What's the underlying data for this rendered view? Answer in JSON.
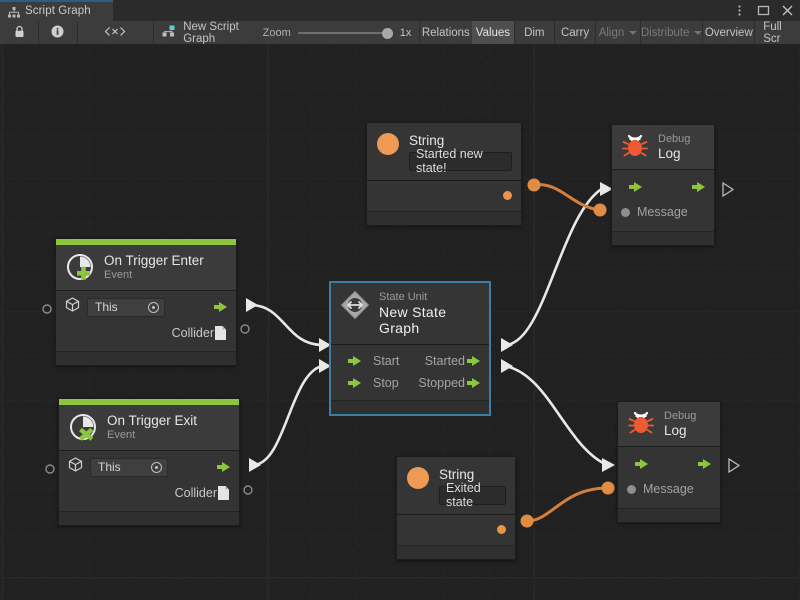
{
  "window": {
    "tab_label": "Script Graph",
    "tab_icon": "graph-icon",
    "accent_color": "#2c5d87",
    "controls": [
      {
        "name": "more-options",
        "glyph": "⋮"
      },
      {
        "name": "maximize",
        "glyph": "□"
      },
      {
        "name": "close",
        "glyph": "✕"
      }
    ]
  },
  "toolbar": {
    "lock_icon": "lock-icon",
    "info_icon": "info-icon",
    "code_icon": "angle-brackets-icon",
    "graph_name": "New Script Graph",
    "graph_icon": "script-graph-icon",
    "zoom_label": "Zoom",
    "zoom_value": "1x",
    "zoom_percent": 100,
    "buttons": [
      {
        "label": "Relations",
        "state": "normal"
      },
      {
        "label": "Values",
        "state": "active"
      },
      {
        "label": "Dim",
        "state": "normal"
      },
      {
        "label": "Carry",
        "state": "normal"
      },
      {
        "label": "Align",
        "state": "disabled",
        "dropdown": true
      },
      {
        "label": "Distribute",
        "state": "disabled",
        "dropdown": true
      },
      {
        "label": "Overview",
        "state": "normal"
      },
      {
        "label": "Full Scr",
        "state": "normal"
      }
    ]
  },
  "nodes": {
    "string_top": {
      "title": "String",
      "value": "Started new state!",
      "icon": "string-value-icon"
    },
    "debug_log_top": {
      "subtitle": "Debug",
      "title": "Log",
      "icon": "bug-icon",
      "input_port": "Message"
    },
    "on_trigger_enter": {
      "title": "On Trigger Enter",
      "subtitle": "Event",
      "icon": "on-trigger-enter-icon",
      "target": "This",
      "output_label": "Collider"
    },
    "state_unit": {
      "subtitle": "State Unit",
      "title": "New  State  Graph",
      "icon": "state-unit-icon",
      "selected": true,
      "inputs": [
        "Start",
        "Stop"
      ],
      "outputs": [
        "Started",
        "Stopped"
      ]
    },
    "on_trigger_exit": {
      "title": "On Trigger Exit",
      "subtitle": "Event",
      "icon": "on-trigger-exit-icon",
      "target": "This",
      "output_label": "Collider"
    },
    "string_bottom": {
      "title": "String",
      "value": "Exited state",
      "icon": "string-value-icon"
    },
    "debug_log_bottom": {
      "subtitle": "Debug",
      "title": "Log",
      "icon": "bug-icon",
      "input_port": "Message"
    }
  },
  "colors": {
    "flow_edge": "#e8e8e8",
    "value_edge": "#d4803c",
    "event_accent": "#8cc63e",
    "selection": "#3d7ea6",
    "canvas_bg": "#212121",
    "node_bg": "#353535"
  }
}
